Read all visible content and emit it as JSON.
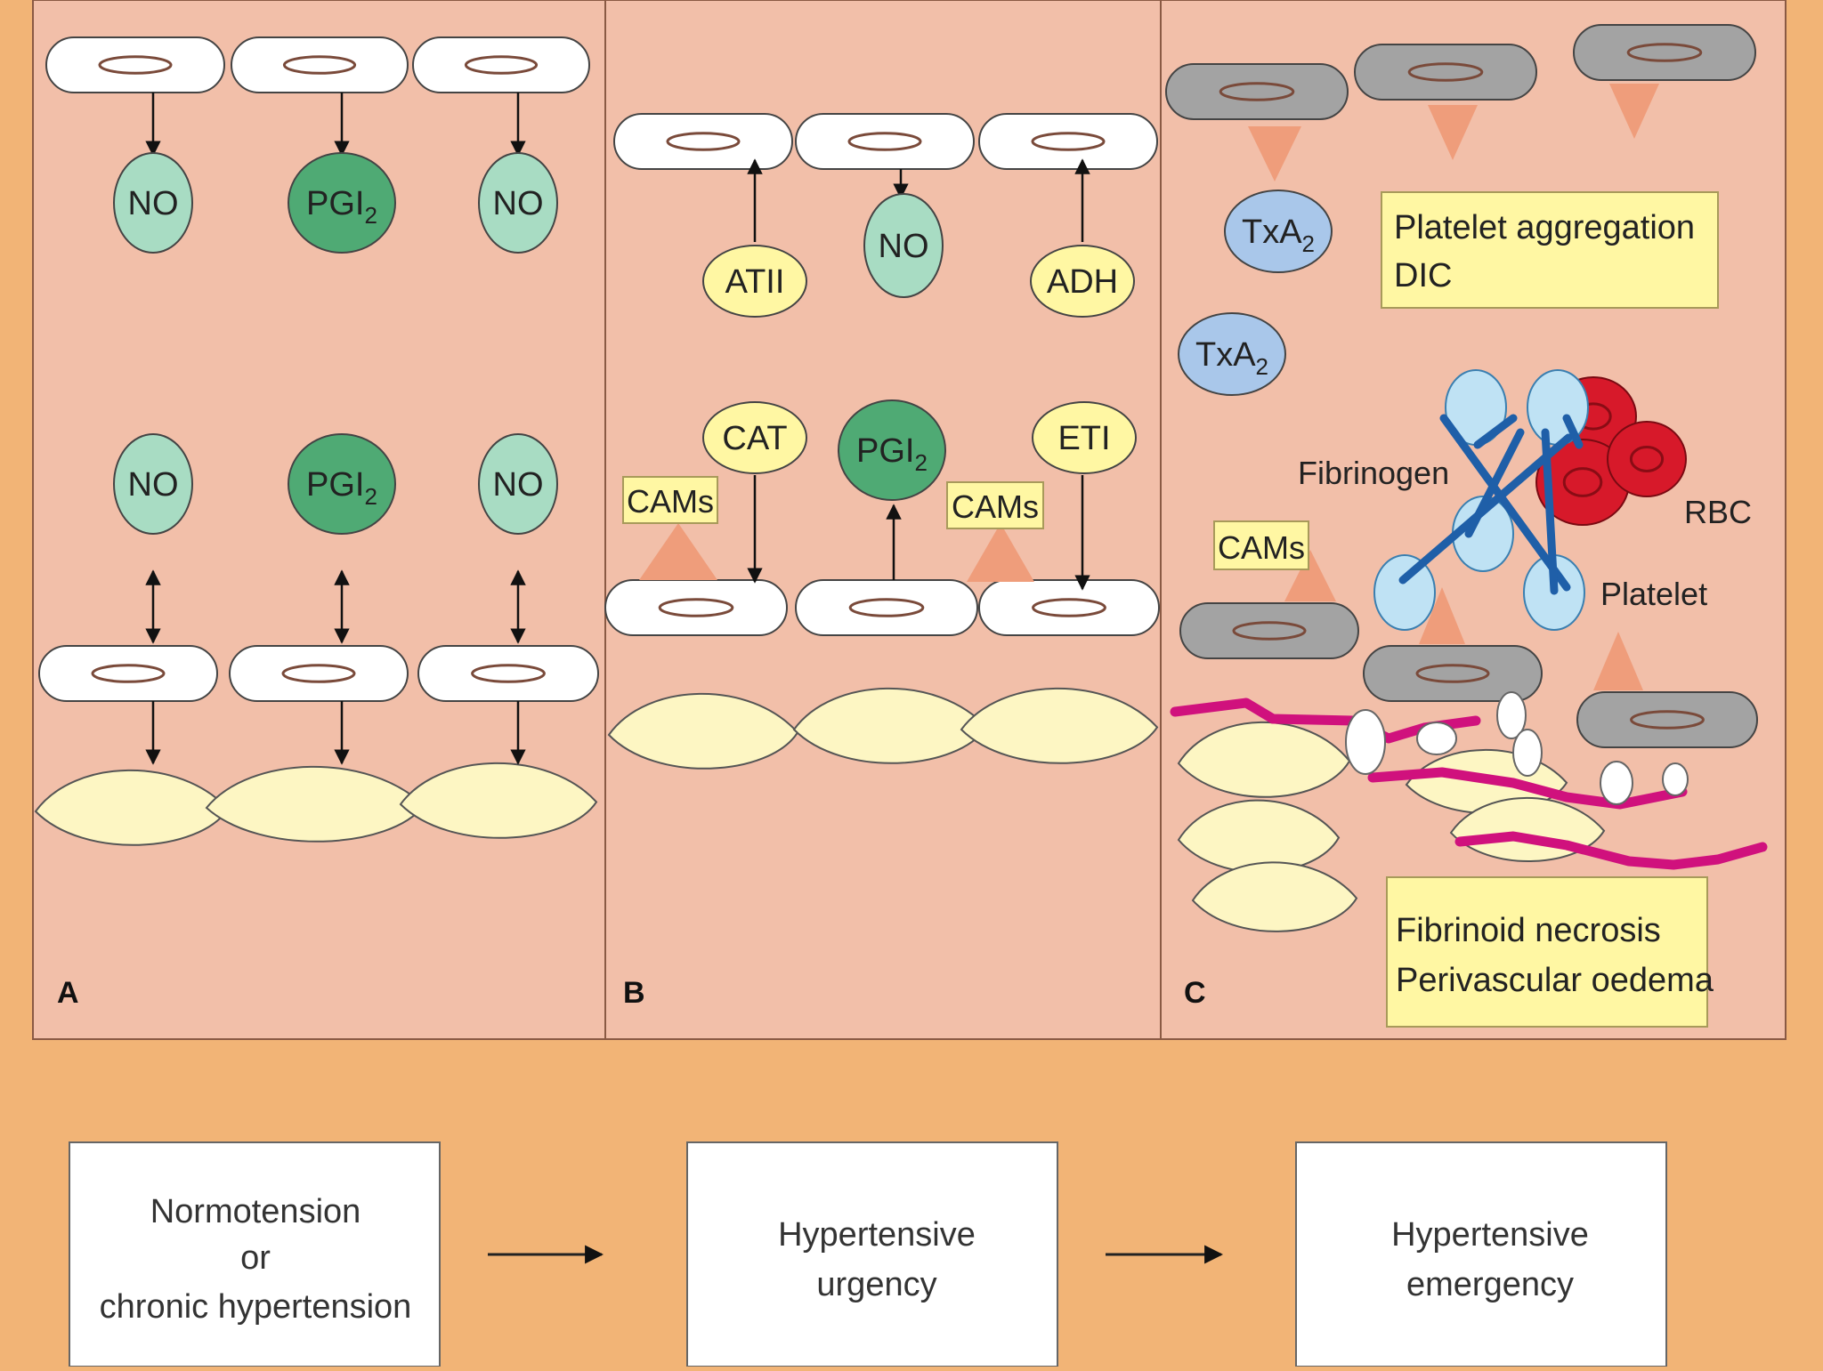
{
  "panel_a": {
    "letter": "A",
    "top_row": [
      {
        "label": "NO",
        "kind": "no"
      },
      {
        "label": "PGI",
        "sub": "2",
        "kind": "pgi"
      },
      {
        "label": "NO",
        "kind": "no"
      }
    ],
    "bottom_row": [
      {
        "label": "NO",
        "kind": "no"
      },
      {
        "label": "PGI",
        "sub": "2",
        "kind": "pgi"
      },
      {
        "label": "NO",
        "kind": "no"
      }
    ]
  },
  "panel_b": {
    "letter": "B",
    "upper_molecules": [
      {
        "label": "ATII",
        "kind": "yellow"
      },
      {
        "label": "NO",
        "kind": "no"
      },
      {
        "label": "ADH",
        "kind": "yellow"
      }
    ],
    "lower_molecules": [
      {
        "label": "CAT",
        "kind": "yellow"
      },
      {
        "label": "PGI",
        "sub": "2",
        "kind": "pgi"
      },
      {
        "label": "ETI",
        "kind": "yellow"
      }
    ],
    "cams_labels": [
      "CAMs",
      "CAMs"
    ]
  },
  "panel_c": {
    "letter": "C",
    "txa_labels": [
      {
        "label": "TxA",
        "sub": "2"
      },
      {
        "label": "TxA",
        "sub": "2"
      }
    ],
    "box_top_lines": [
      "Platelet aggregation",
      "DIC"
    ],
    "box_bottom_lines": [
      "Fibrinoid necrosis",
      "Perivascular oedema"
    ],
    "label_fibrinogen": "Fibrinogen",
    "label_rbc": "RBC",
    "label_platelet": "Platelet",
    "label_cams": "CAMs"
  },
  "flow": {
    "boxes": [
      {
        "lines": [
          "Normotension",
          "or",
          "chronic hypertension"
        ]
      },
      {
        "lines": [
          "Hypertensive",
          "urgency"
        ]
      },
      {
        "lines": [
          "Hypertensive",
          "emergency"
        ]
      }
    ]
  },
  "colors": {
    "background": "#f2b476",
    "panel": "#f2bfa9",
    "no_fill": "#a8dcc3",
    "pgi_fill": "#4faa74",
    "yellow_fill": "#fff7a3",
    "txa_fill": "#a9c7ea",
    "label_box": "#fff7a3",
    "fibrin_pink": "#d0117d",
    "fibrinogen_blue": "#1f5fa8",
    "rbc_red": "#d7192a",
    "platelet_fill": "#bfe2f4",
    "cams_triangle": "#ef9d7b",
    "cell_white": "#ffffff",
    "cell_gray": "#a3a3a3",
    "smooth_muscle": "#fdf6c3"
  }
}
